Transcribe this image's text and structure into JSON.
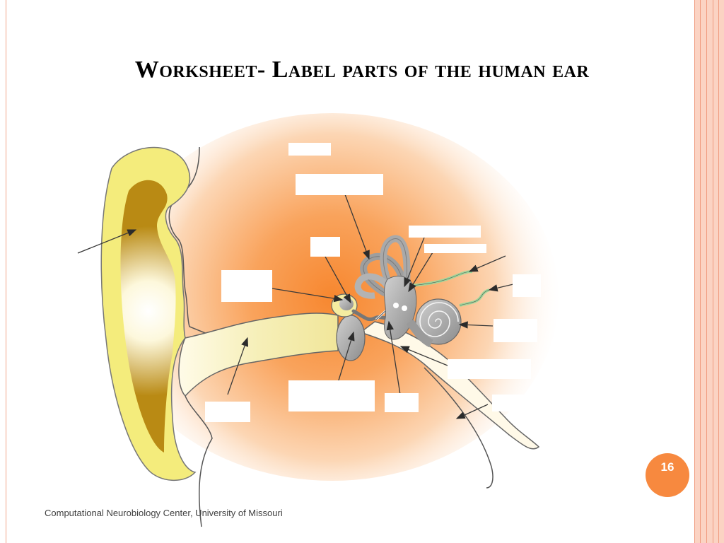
{
  "slide": {
    "title": "Worksheet- Label parts of the human ear",
    "footer": "Computational Neurobiology Center, University of Missouri",
    "page_number": "16"
  },
  "colors": {
    "accent_orange": "#f7893f",
    "frame_pink": "#fbd3c3",
    "pinna_yellow": "#f4ec7c",
    "pinna_brown": "#b88a12",
    "canal_cream": "#f6f0c6",
    "ossicle_grey": "#a8a8a8",
    "nerve_green": "#9fd79b"
  },
  "diagram": {
    "subject": "human ear",
    "blank_label_count": 14
  }
}
